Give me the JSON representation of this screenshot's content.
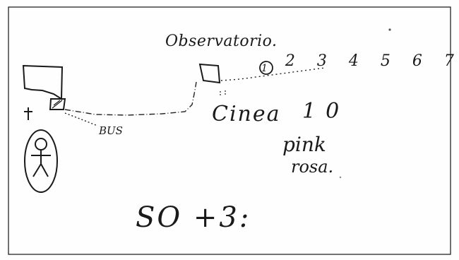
{
  "sketch": {
    "observatory_label": "Observatorio.",
    "numbers": [
      "1",
      "2",
      "3",
      "4",
      "5",
      "6",
      "7"
    ],
    "bus_label": "BUS",
    "line_label": "Cinea",
    "line_number": "10",
    "color_en": "pink",
    "color_es": "rosa.",
    "score": "SO +3:"
  }
}
